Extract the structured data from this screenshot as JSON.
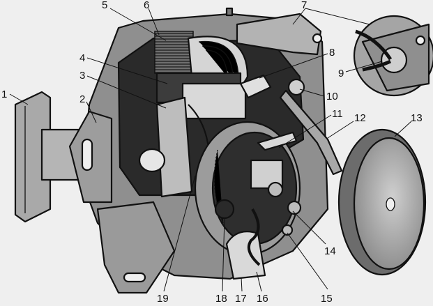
{
  "diagram": {
    "callouts": [
      "1",
      "2",
      "3",
      "4",
      "5",
      "6",
      "7",
      "8",
      "9",
      "10",
      "11",
      "12",
      "13",
      "14",
      "15",
      "16",
      "17",
      "18",
      "19"
    ]
  },
  "colors": {
    "background": "#efefef",
    "ink": "#111111",
    "housing": "#8f8f8f",
    "housing_light": "#bdbdbd",
    "interior_dark": "#2a2a2a",
    "metal_light": "#d9d9d9"
  }
}
